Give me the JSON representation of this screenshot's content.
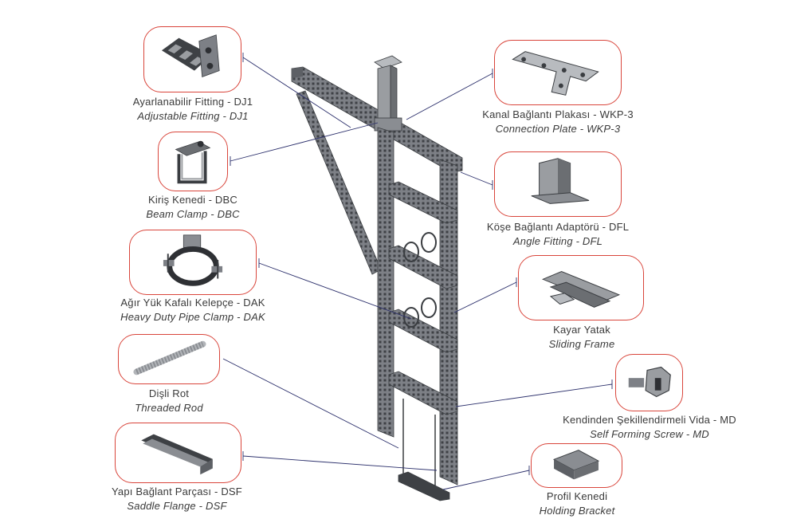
{
  "parts": [
    {
      "id": "dj1",
      "tr": "Ayarlanabilir Fitting - DJ1",
      "en": "Adjustable Fitting - DJ1",
      "icon": "adjustable-fitting-icon"
    },
    {
      "id": "dbc",
      "tr": "Kiriş Kenedi - DBC",
      "en": "Beam Clamp - DBC",
      "icon": "beam-clamp-icon"
    },
    {
      "id": "dak",
      "tr": "Ağır Yük Kafalı Kelepçe - DAK",
      "en": "Heavy Duty Pipe Clamp - DAK",
      "icon": "pipe-clamp-icon"
    },
    {
      "id": "rod",
      "tr": "Dişli Rot",
      "en": "Threaded Rod",
      "icon": "threaded-rod-icon"
    },
    {
      "id": "dsf",
      "tr": "Yapı Bağlant Parçası - DSF",
      "en": "Saddle Flange - DSF",
      "icon": "saddle-flange-icon"
    },
    {
      "id": "wkp3",
      "tr": "Kanal Bağlantı Plakası - WKP-3",
      "en": "Connection Plate - WKP-3",
      "icon": "connection-plate-icon"
    },
    {
      "id": "dfl",
      "tr": "Köşe Bağlantı Adaptörü - DFL",
      "en": "Angle Fitting - DFL",
      "icon": "angle-fitting-icon"
    },
    {
      "id": "kayar",
      "tr": "Kayar Yatak",
      "en": "Sliding Frame",
      "icon": "sliding-frame-icon"
    },
    {
      "id": "md",
      "tr": "Kendinden Şekillendirmeli Vida - MD",
      "en": "Self Forming Screw - MD",
      "icon": "self-forming-screw-icon"
    },
    {
      "id": "kenet",
      "tr": "Profil Kenedi",
      "en": "Holding Bracket",
      "icon": "holding-bracket-icon"
    }
  ],
  "colors": {
    "box_border": "#d9453b",
    "leader_line": "#2b2f6b",
    "steel": "#8a8d92",
    "steel_dark": "#45484c",
    "text": "#3a3a3a"
  }
}
